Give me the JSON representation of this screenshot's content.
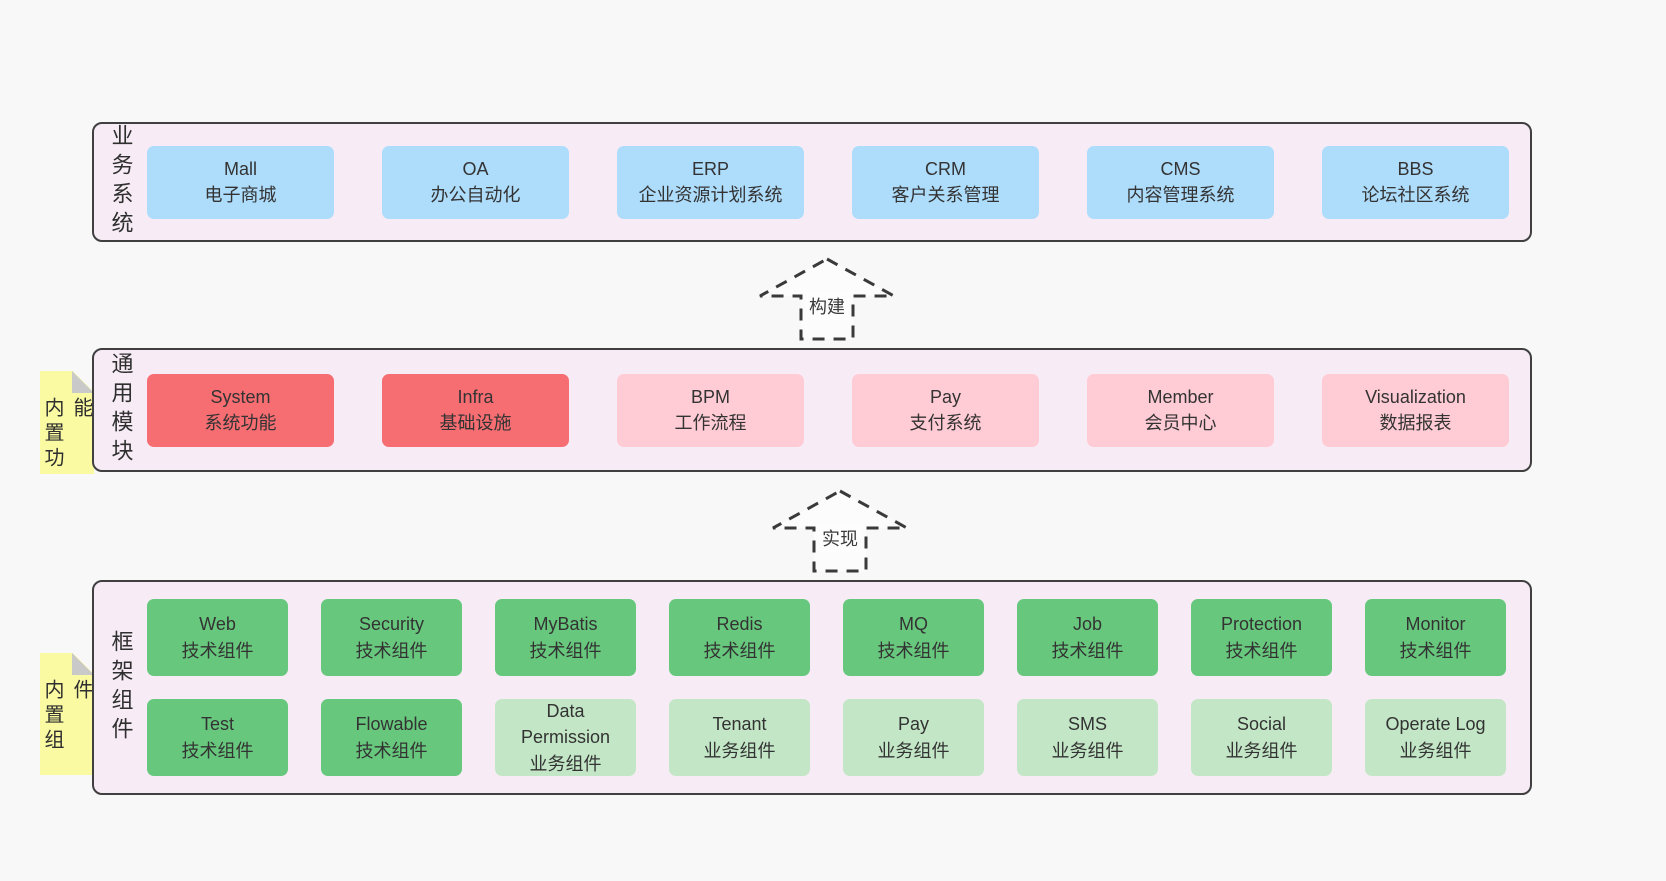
{
  "colors": {
    "page-bg": "#f8f8f8",
    "layer-bg": "#f7ecf5",
    "layer-border": "#404040",
    "blue": "#aedcfb",
    "red": "#f66d72",
    "pink": "#ffcbd4",
    "green": "#67c87d",
    "green-light": "#c3e7c6",
    "note-bg": "#fafaa3",
    "note-fold": "#c9c9c9",
    "text": "#363636",
    "arrow-stroke": "#3a3a3a"
  },
  "layers": [
    {
      "label": "业务系统",
      "items": [
        {
          "title": "Mall",
          "subtitle": "电子商城"
        },
        {
          "title": "OA",
          "subtitle": "办公自动化"
        },
        {
          "title": "ERP",
          "subtitle": "企业资源计划系统"
        },
        {
          "title": "CRM",
          "subtitle": "客户关系管理"
        },
        {
          "title": "CMS",
          "subtitle": "内容管理系统"
        },
        {
          "title": "BBS",
          "subtitle": "论坛社区系统"
        }
      ]
    },
    {
      "label": "通用模块",
      "note": "内置功能",
      "items": [
        {
          "title": "System",
          "subtitle": "系统功能"
        },
        {
          "title": "Infra",
          "subtitle": "基础设施"
        },
        {
          "title": "BPM",
          "subtitle": "工作流程"
        },
        {
          "title": "Pay",
          "subtitle": "支付系统"
        },
        {
          "title": "Member",
          "subtitle": "会员中心"
        },
        {
          "title": "Visualization",
          "subtitle": "数据报表"
        }
      ]
    },
    {
      "label": "框架组件",
      "note": "内置组件",
      "items": [
        {
          "title": "Web",
          "subtitle": "技术组件"
        },
        {
          "title": "Security",
          "subtitle": "技术组件"
        },
        {
          "title": "MyBatis",
          "subtitle": "技术组件"
        },
        {
          "title": "Redis",
          "subtitle": "技术组件"
        },
        {
          "title": "MQ",
          "subtitle": "技术组件"
        },
        {
          "title": "Job",
          "subtitle": "技术组件"
        },
        {
          "title": "Protection",
          "subtitle": "技术组件"
        },
        {
          "title": "Monitor",
          "subtitle": "技术组件"
        },
        {
          "title": "Test",
          "subtitle": "技术组件"
        },
        {
          "title": "Flowable",
          "subtitle": "技术组件"
        },
        {
          "title": "Data Permission",
          "subtitle": "业务组件"
        },
        {
          "title": "Tenant",
          "subtitle": "业务组件"
        },
        {
          "title": "Pay",
          "subtitle": "业务组件"
        },
        {
          "title": "SMS",
          "subtitle": "业务组件"
        },
        {
          "title": "Social",
          "subtitle": "业务组件"
        },
        {
          "title": "Operate Log",
          "subtitle": "业务组件"
        }
      ]
    }
  ],
  "arrows": [
    {
      "label": "构建"
    },
    {
      "label": "实现"
    }
  ]
}
